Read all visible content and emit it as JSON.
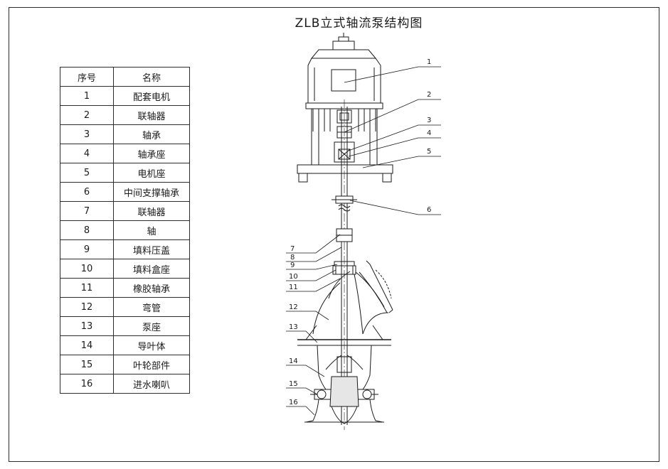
{
  "title": "ZLB立式轴流泵结构图",
  "table": {
    "headers": [
      "序号",
      "名称"
    ],
    "rows": [
      [
        "1",
        "配套电机"
      ],
      [
        "2",
        "联轴器"
      ],
      [
        "3",
        "轴承"
      ],
      [
        "4",
        "轴承座"
      ],
      [
        "5",
        "电机座"
      ],
      [
        "6",
        "中间支撑轴承"
      ],
      [
        "7",
        "联轴器"
      ],
      [
        "8",
        "轴"
      ],
      [
        "9",
        "填料压盖"
      ],
      [
        "10",
        "填料盒座"
      ],
      [
        "11",
        "橡胶轴承"
      ],
      [
        "12",
        "弯管"
      ],
      [
        "13",
        "泵座"
      ],
      [
        "14",
        "导叶体"
      ],
      [
        "15",
        "叶轮部件"
      ],
      [
        "16",
        "进水喇叭"
      ]
    ]
  },
  "callouts": {
    "right": [
      "1",
      "2",
      "3",
      "4",
      "5",
      "6"
    ],
    "left": [
      "7",
      "8",
      "9",
      "10",
      "11",
      "12",
      "13",
      "14",
      "15",
      "16"
    ]
  }
}
